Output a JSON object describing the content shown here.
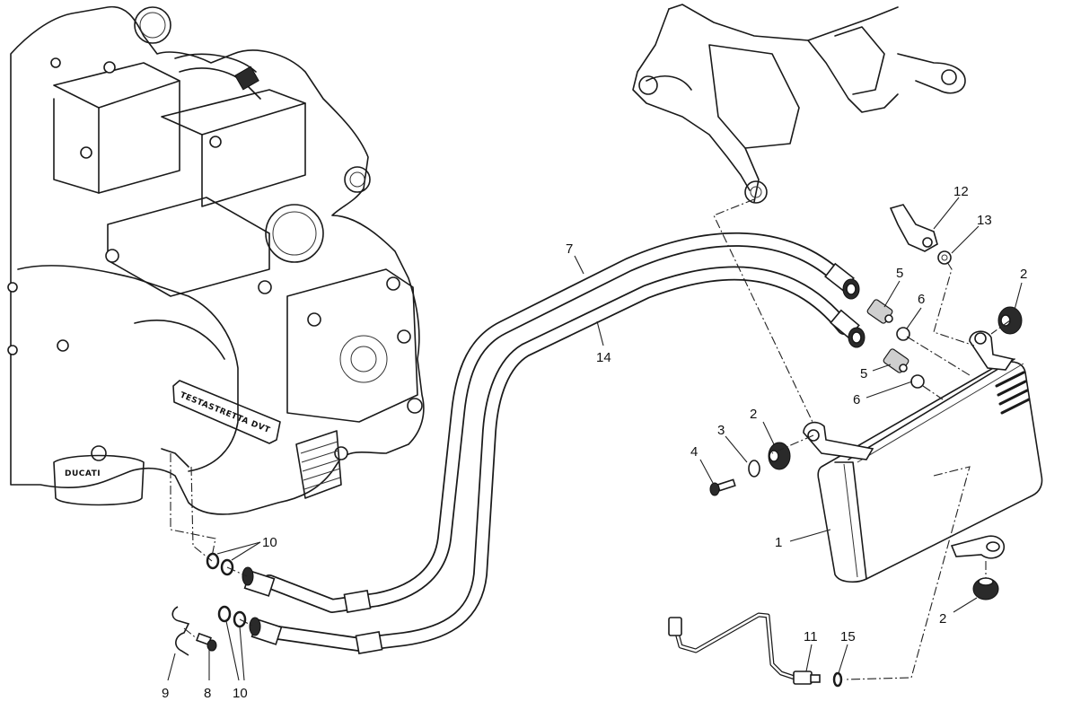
{
  "diagram": {
    "title": "Oil cooler assembly exploded view",
    "engine_badge": "TESTASTRETTA DVT",
    "filter_brand": "DUCATI",
    "callouts": [
      {
        "id": "c1",
        "label": "1",
        "part": "oil-cooler"
      },
      {
        "id": "c2a",
        "label": "2",
        "part": "rubber-grommet"
      },
      {
        "id": "c2b",
        "label": "2",
        "part": "rubber-grommet"
      },
      {
        "id": "c2c",
        "label": "2",
        "part": "rubber-grommet"
      },
      {
        "id": "c3",
        "label": "3",
        "part": "washer"
      },
      {
        "id": "c4",
        "label": "4",
        "part": "screw"
      },
      {
        "id": "c5a",
        "label": "5",
        "part": "union-fitting"
      },
      {
        "id": "c5b",
        "label": "5",
        "part": "union-fitting"
      },
      {
        "id": "c6a",
        "label": "6",
        "part": "sealing-washer"
      },
      {
        "id": "c6b",
        "label": "6",
        "part": "sealing-washer"
      },
      {
        "id": "c7",
        "label": "7",
        "part": "oil-hose-upper"
      },
      {
        "id": "c8",
        "label": "8",
        "part": "screw"
      },
      {
        "id": "c9",
        "label": "9",
        "part": "retaining-plate"
      },
      {
        "id": "c10a",
        "label": "10",
        "part": "o-rings-upper"
      },
      {
        "id": "c10b",
        "label": "10",
        "part": "o-rings-lower"
      },
      {
        "id": "c11",
        "label": "11",
        "part": "oil-temperature-sensor"
      },
      {
        "id": "c12",
        "label": "12",
        "part": "sensor-switch"
      },
      {
        "id": "c13",
        "label": "13",
        "part": "sealing-washer"
      },
      {
        "id": "c14",
        "label": "14",
        "part": "oil-hose-lower"
      },
      {
        "id": "c15",
        "label": "15",
        "part": "sealing-washer"
      }
    ]
  }
}
